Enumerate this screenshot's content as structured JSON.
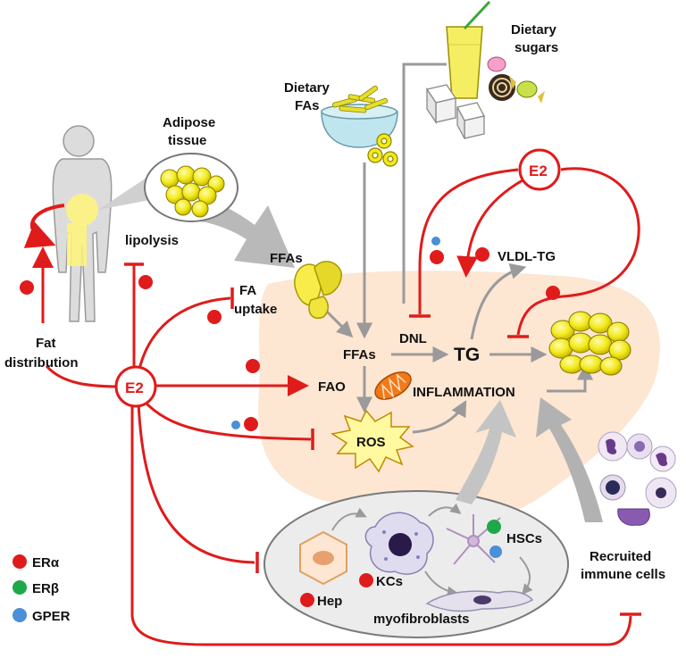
{
  "colors": {
    "estrogen_red": "#e01b1b",
    "flow_gray": "#a8a8a8",
    "liver_fill": "#fde6d2",
    "lipid_yellow": "#f2ea1a",
    "er_alpha": "#e01b1b",
    "er_beta": "#1ea84a",
    "gper": "#4a8fd8"
  },
  "labels": {
    "adipose_tissue_1": "Adipose",
    "adipose_tissue_2": "tissue",
    "dietary_fas_1": "Dietary",
    "dietary_fas_2": "FAs",
    "dietary_sugars_1": "Dietary",
    "dietary_sugars_2": "sugars",
    "lipolysis": "lipolysis",
    "ffas_top": "FFAs",
    "fa_uptake_1": "FA",
    "fa_uptake_2": "uptake",
    "ffas_liver": "FFAs",
    "dnl": "DNL",
    "tg": "TG",
    "vldl_tg": "VLDL-TG",
    "fao": "FAO",
    "inflammation": "INFLAMMATION",
    "ros": "ROS",
    "fat_distribution_1": "Fat",
    "fat_distribution_2": "distribution",
    "e2": "E2",
    "hep": "Hep",
    "kcs": "KCs",
    "hscs": "HSCs",
    "myofibroblasts": "myofibroblasts",
    "recruited_immune_cells_1": "Recruited",
    "recruited_immune_cells_2": "immune cells"
  },
  "legend": [
    {
      "label": "ERα",
      "color": "#e01b1b"
    },
    {
      "label": "ERβ",
      "color": "#1ea84a"
    },
    {
      "label": "GPER",
      "color": "#4a8fd8"
    }
  ],
  "icons": [
    "human-figure-icon",
    "adipocyte-cluster-icon",
    "fatty-acid-bowl-icon",
    "sugar-drink-icon",
    "sugar-cube-icon",
    "candy-icon",
    "fa-transporter-icon",
    "mitochondrion-icon",
    "hepatocyte-icon",
    "kupffer-cell-icon",
    "stellate-cell-icon",
    "myofibroblast-icon",
    "immune-cell-icon",
    "lipid-droplet-icon"
  ]
}
